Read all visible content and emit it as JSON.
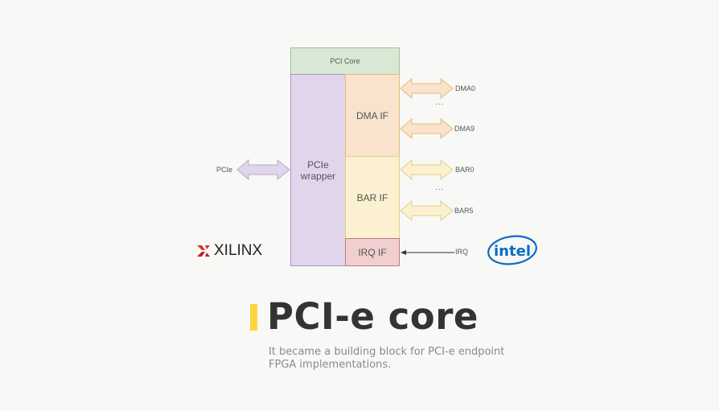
{
  "diagram": {
    "blocks": {
      "pci_core": "PCI Core",
      "pcie_wrapper": "PCIe\nwrapper",
      "dma_if": "DMA IF",
      "bar_if": "BAR IF",
      "irq_if": "IRQ IF"
    },
    "ports": {
      "pcie": "PCIe",
      "dma_first": "DMA0",
      "dma_last": "DMA9",
      "bar_first": "BAR0",
      "bar_last": "BAR5",
      "irq": "IRQ",
      "ellipsis": "..."
    },
    "colors": {
      "pci_core": "#d9e8d4",
      "pcie_wrapper": "#e0d5ea",
      "dma_if": "#f9e3cc",
      "bar_if": "#fbf1d0",
      "irq_if": "#f1cfcf"
    }
  },
  "logos": {
    "xilinx": "XILINX",
    "intel": "intel"
  },
  "slide": {
    "title": "PCI-e core",
    "subtitle": "It became a building block for PCI-e endpoint FPGA implementations.",
    "accent_color": "#fcd53f"
  }
}
